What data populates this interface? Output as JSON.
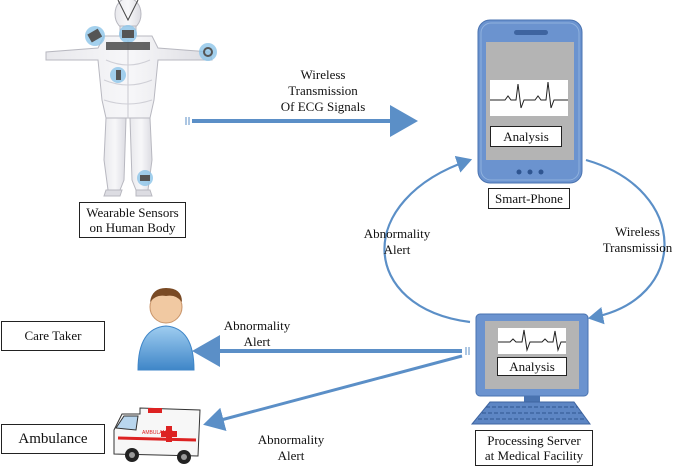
{
  "diagram": {
    "wearable": {
      "label_line1": "Wearable Sensors",
      "label_line2": "on Human Body"
    },
    "phone": {
      "screen_label": "Analysis",
      "label": "Smart-Phone"
    },
    "server": {
      "screen_label": "Analysis",
      "label_line1": "Processing Server",
      "label_line2": "at Medical Facility"
    },
    "edge_wireless_ecg": {
      "line1": "Wireless",
      "line2": "Transmission",
      "line3": "Of ECG Signals"
    },
    "edge_wireless_server": {
      "line1": "Wireless",
      "line2": "Transmission"
    },
    "edge_alert_phone": {
      "line1": "Abnormality",
      "line2": "Alert"
    },
    "edge_alert_caretaker": {
      "line1": "Abnormality",
      "line2": "Alert"
    },
    "edge_alert_ambulance": {
      "line1": "Abnormality",
      "line2": "Alert"
    },
    "caretaker": {
      "label": "Care Taker"
    },
    "ambulance": {
      "label": "Ambulance",
      "vehicle_text": "AMBULANCE"
    },
    "colors": {
      "arrow": "#5b8fc7",
      "device": "#6b93cf",
      "screen": "#b4b4b4",
      "sensor": "#8cc4e8"
    }
  }
}
